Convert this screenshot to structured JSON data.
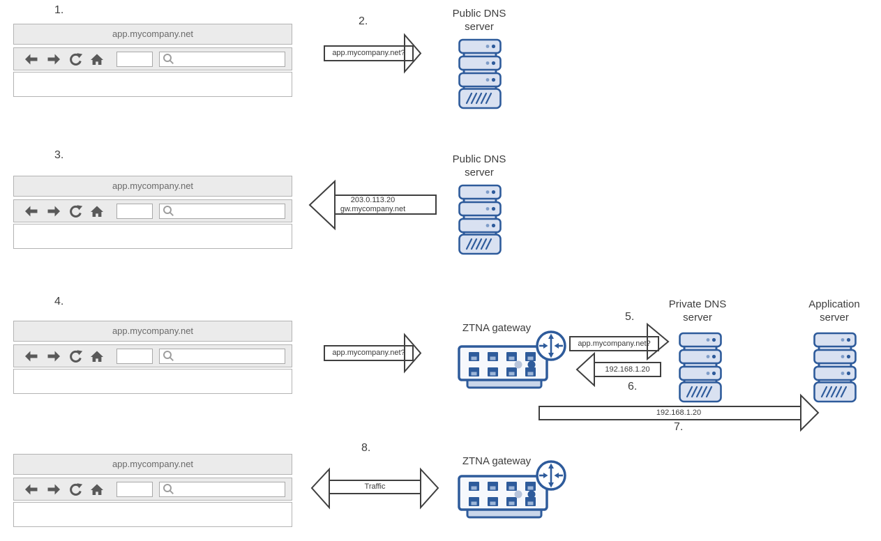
{
  "steps": {
    "s1": "1.",
    "s2": "2.",
    "s3": "3.",
    "s4": "4.",
    "s5": "5.",
    "s6": "6.",
    "s7": "7.",
    "s8": "8."
  },
  "browser": {
    "title": "app.mycompany.net",
    "address_value": "",
    "search_value": ""
  },
  "nodes": {
    "public_dns_1": {
      "line1": "Public DNS",
      "line2": "server"
    },
    "public_dns_3": {
      "line1": "Public DNS",
      "line2": "server"
    },
    "ztna_gateway_4": {
      "label": "ZTNA gateway"
    },
    "private_dns": {
      "line1": "Private DNS",
      "line2": "server"
    },
    "application_server": {
      "line1": "Application",
      "line2": "server"
    },
    "ztna_gateway_8": {
      "label": "ZTNA gateway"
    }
  },
  "arrows": {
    "step2": {
      "label": "app.mycompany.net?",
      "direction": "right"
    },
    "step3": {
      "line1": "203.0.113.20",
      "line2": "gw.mycompany.net",
      "direction": "left"
    },
    "step4": {
      "label": "app.mycompany.net?",
      "direction": "right"
    },
    "step5": {
      "label": "app.mycompany.net?",
      "direction": "right"
    },
    "step6": {
      "label": "192.168.1.20",
      "direction": "left"
    },
    "step7": {
      "label": "192.168.1.20",
      "direction": "right"
    },
    "step8": {
      "label": "Traffic",
      "direction": "both"
    }
  },
  "icons": {
    "browser_toolbar": [
      "back-icon",
      "forward-icon",
      "reload-icon",
      "home-icon",
      "search-icon"
    ],
    "node_icons": [
      "server-icon",
      "switch-icon",
      "router-badge-icon"
    ]
  },
  "colors": {
    "node_stroke": "#2e5b9b",
    "node_fill": "#d9e1f1",
    "node_fill_light": "#f6f8fc",
    "base_fill": "#c9d6ea",
    "dot_light": "#7e9cc8",
    "arrow_stroke": "#3f3f3f",
    "browser_chrome": "#ebebeb",
    "browser_border": "#b3b3b3",
    "icon_gray": "#595959",
    "text": "#3d3d3d"
  }
}
